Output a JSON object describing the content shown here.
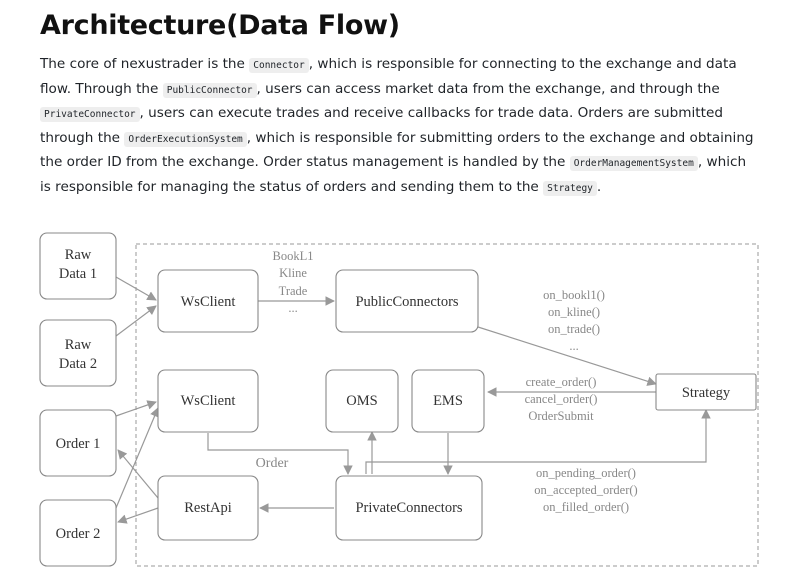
{
  "title": "Architecture(Data Flow)",
  "description": {
    "t1": "The core of nexustrader is the ",
    "c1": "Connector",
    "t2": ", which is responsible for connecting to the exchange and data flow. Through the ",
    "c2": "PublicConnector",
    "t3": ", users can access market data from the exchange, and through the ",
    "c3": "PrivateConnector",
    "t4": ", users can execute trades and receive callbacks for trade data. Orders are submitted through the ",
    "c4": "OrderExecutionSystem",
    "t5": ", which is responsible for submitting orders to the exchange and obtaining the order ID from the exchange. Order status management is handled by the ",
    "c5": "OrderManagementSystem",
    "t6": ", which is responsible for managing the status of orders and sending them to the ",
    "c6": "Strategy",
    "t7": "."
  },
  "diagram": {
    "nodes": {
      "raw_data_1": [
        "Raw",
        "Data 1"
      ],
      "raw_data_2": [
        "Raw",
        "Data 2"
      ],
      "order_1": "Order 1",
      "order_2": "Order 2",
      "ws_client_public": "WsClient",
      "ws_client_private": "WsClient",
      "public_connectors": "PublicConnectors",
      "oms": "OMS",
      "ems": "EMS",
      "strategy": "Strategy",
      "rest_api": "RestApi",
      "private_connectors": "PrivateConnectors"
    },
    "edge_labels": {
      "market_streams": [
        "BookL1",
        "Kline",
        "Trade",
        "..."
      ],
      "market_callbacks": [
        "on_bookl1()",
        "on_kline()",
        "on_trade()",
        "..."
      ],
      "order_calls": [
        "create_order()",
        "cancel_order()",
        "OrderSubmit"
      ],
      "order": "Order",
      "order_callbacks": [
        "on_pending_order()",
        "on_accepted_order()",
        "on_filled_order()"
      ]
    }
  }
}
